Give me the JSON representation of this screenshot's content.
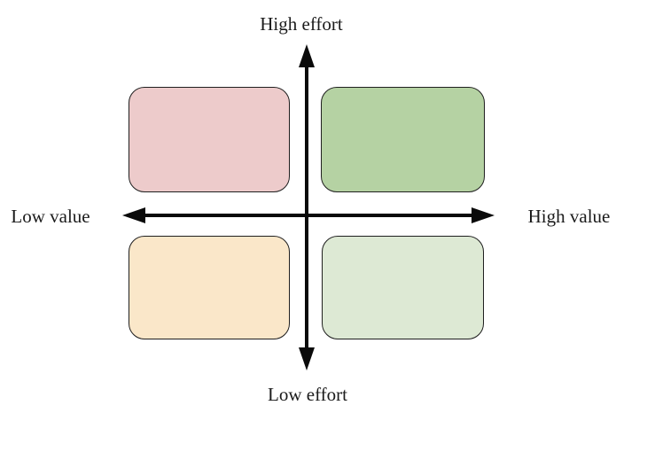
{
  "diagram": {
    "type": "2x2-matrix",
    "axis_labels": {
      "top": "High effort",
      "bottom": "Low effort",
      "left": "Low value",
      "right": "High value"
    },
    "quadrants": [
      {
        "position": "top-left",
        "color": "#edcbcb"
      },
      {
        "position": "top-right",
        "color": "#b5d2a3"
      },
      {
        "position": "bottom-left",
        "color": "#fae7c9"
      },
      {
        "position": "bottom-right",
        "color": "#dde9d4"
      }
    ],
    "colors": {
      "background": "#ffffff",
      "axis": "#0a0a0a",
      "quadrant_border": "#1f1f1f",
      "text": "#1b1b1b"
    }
  }
}
